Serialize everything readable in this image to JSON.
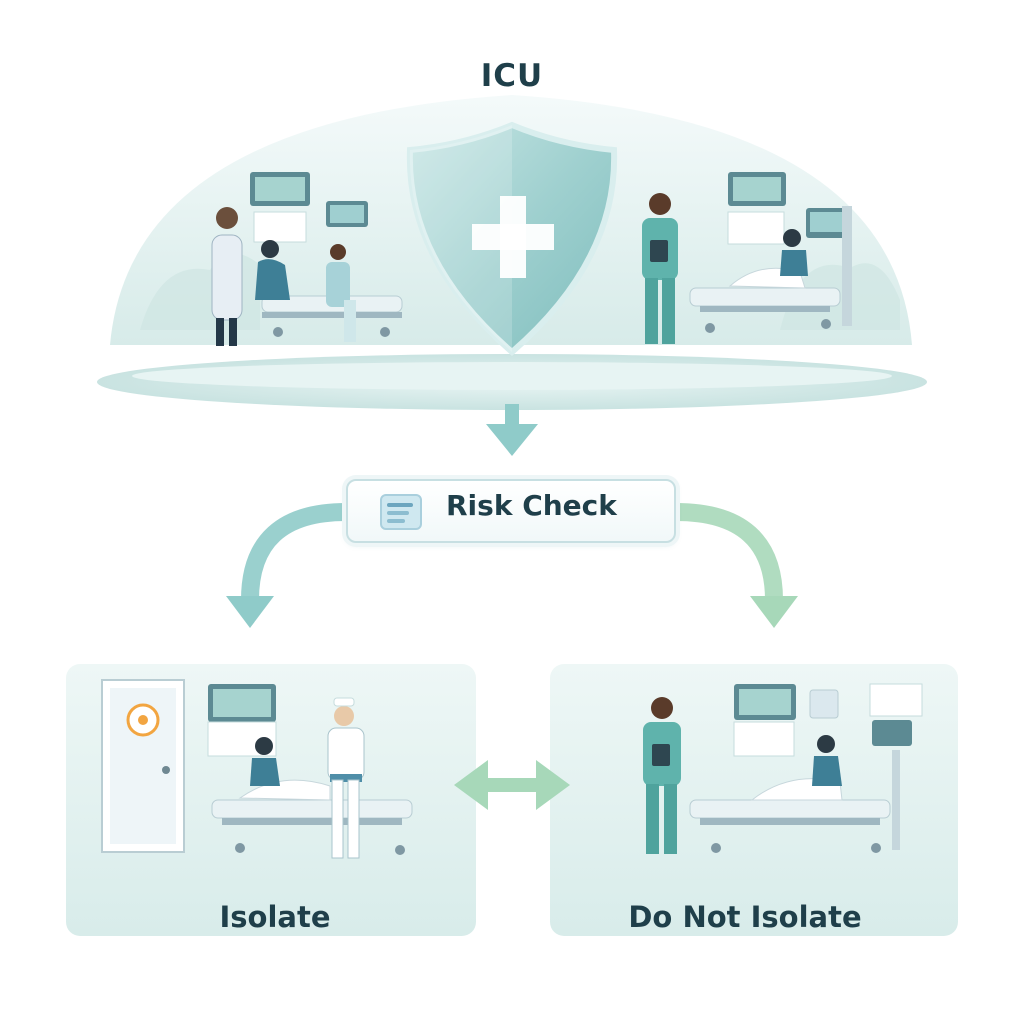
{
  "title": "ICU",
  "risk_check": {
    "label": "Risk Check",
    "icon": "clipboard-list-icon"
  },
  "outcomes": [
    {
      "label": "Isolate",
      "icon": "biohazard-door-icon"
    },
    {
      "label": "Do Not Isolate"
    }
  ],
  "colors": {
    "title_text": "#1f3f4a",
    "shield": "#a9d6d6",
    "arrow_left": "#8fcbc9",
    "arrow_right": "#a7d8b9",
    "scrub": "#5fb3ac",
    "panel_bg": "#e6f3f2",
    "biohazard_badge": "#f2a541"
  }
}
